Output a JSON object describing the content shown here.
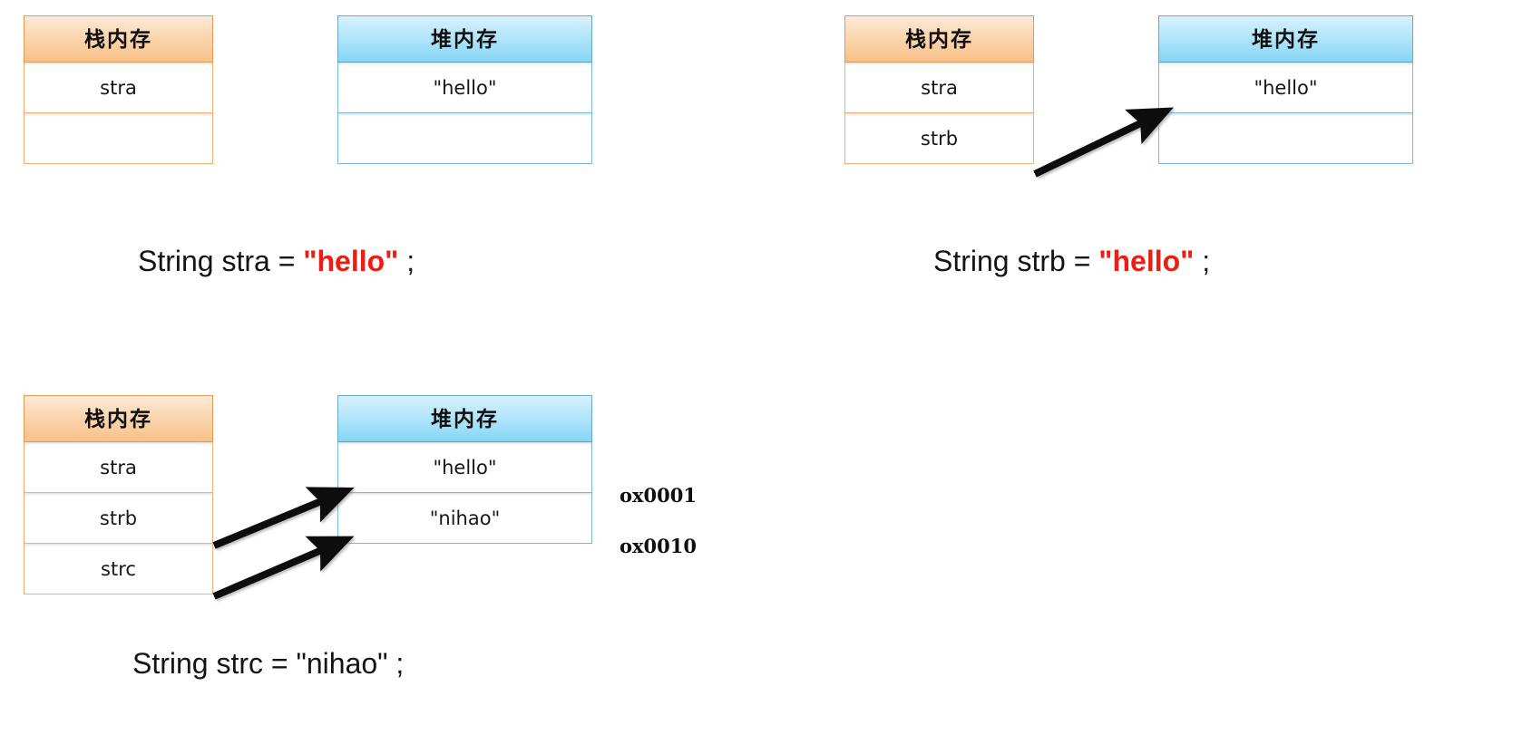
{
  "page": {
    "title": "Java String memory allocation diagram",
    "background": "#ffffff",
    "accent_red": "#f01c12",
    "stack_header_color": "#f8c188",
    "heap_header_color": "#86d6f4"
  },
  "labels": {
    "stack_header": "栈内存",
    "heap_header": "堆内存"
  },
  "panels": [
    {
      "id": "panel-1",
      "stack": {
        "header": "栈内存",
        "rows": [
          "stra",
          ""
        ]
      },
      "heap": {
        "header": "堆内存",
        "rows": [
          "\"hello\"",
          ""
        ]
      },
      "caption": {
        "prefix": "String stra = ",
        "literal": "\"hello\"",
        "suffix": " ;",
        "literal_highlighted": true,
        "full": "String stra = \"hello\" ;"
      },
      "arrows": [
        {
          "from": "stra",
          "to": "\"hello\"",
          "style": "straight"
        }
      ]
    },
    {
      "id": "panel-2",
      "stack": {
        "header": "栈内存",
        "rows": [
          "stra",
          "strb"
        ]
      },
      "heap": {
        "header": "堆内存",
        "rows": [
          "\"hello\"",
          ""
        ]
      },
      "caption": {
        "prefix": "String strb = ",
        "literal": "\"hello\"",
        "suffix": " ;",
        "literal_highlighted": true,
        "full": "String strb = \"hello\" ;"
      },
      "arrows": [
        {
          "from": "stra",
          "to": "\"hello\"",
          "style": "straight"
        },
        {
          "from": "strb",
          "to": "\"hello\"",
          "style": "diagonal-up"
        }
      ]
    },
    {
      "id": "panel-3",
      "stack": {
        "header": "栈内存",
        "rows": [
          "stra",
          "strb",
          "strc"
        ]
      },
      "heap": {
        "header": "堆内存",
        "rows": [
          "\"hello\"",
          "\"nihao\""
        ]
      },
      "addresses": [
        "ox0001",
        "ox0010"
      ],
      "caption": {
        "prefix": "String strc = ",
        "literal": "\"nihao\"",
        "suffix": " ;",
        "literal_highlighted": false,
        "full": "String strc = \"nihao\" ;"
      },
      "arrows": [
        {
          "from": "stra",
          "to": "\"hello\"",
          "style": "straight"
        },
        {
          "from": "strb",
          "to": "\"hello\"",
          "style": "diagonal-up"
        },
        {
          "from": "strc",
          "to": "\"nihao\"",
          "style": "diagonal-up"
        }
      ]
    }
  ]
}
